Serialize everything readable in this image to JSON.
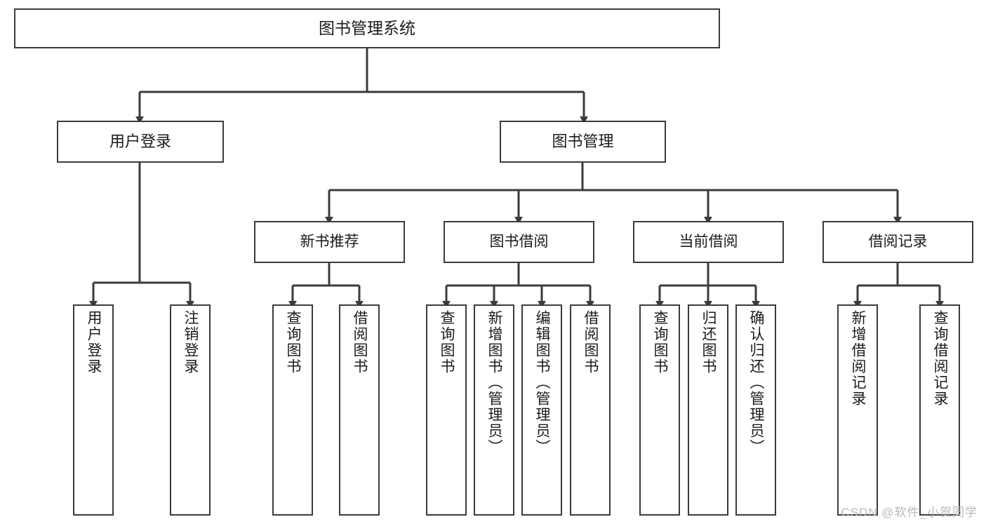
{
  "diagram": {
    "title": "图书管理系统",
    "type": "tree-hierarchy-chart",
    "orientation": "top-down",
    "arrow_style": "solid-filled-triangle",
    "colors": {
      "box_border": "#3b3b3b",
      "box_fill": "#ffffff",
      "connector": "#3b3b3b",
      "text": "#1b1b1b",
      "watermark": "#b9b9b9",
      "background": "#ffffff"
    }
  },
  "nodes": {
    "root": {
      "label": "图书管理系统"
    },
    "level2": [
      {
        "id": "user-login",
        "label": "用户登录"
      },
      {
        "id": "book-manage",
        "label": "图书管理"
      }
    ],
    "level3": [
      {
        "id": "new-book-rec",
        "label": "新书推荐"
      },
      {
        "id": "book-borrow",
        "label": "图书借阅"
      },
      {
        "id": "current-borrow",
        "label": "当前借阅"
      },
      {
        "id": "borrow-record",
        "label": "借阅记录"
      }
    ],
    "leaves": {
      "user_login": [
        {
          "id": "leaf-user-login",
          "label": "用户登录"
        },
        {
          "id": "leaf-logout-login",
          "label": "注销登录"
        }
      ],
      "new_book_rec": [
        {
          "id": "leaf-query-book-1",
          "label": "查询图书"
        },
        {
          "id": "leaf-borrow-book-1",
          "label": "借阅图书"
        }
      ],
      "book_borrow": [
        {
          "id": "leaf-query-book-2",
          "label": "查询图书"
        },
        {
          "id": "leaf-add-book",
          "label": "新增图书（管理员）"
        },
        {
          "id": "leaf-edit-book",
          "label": "编辑图书（管理员）"
        },
        {
          "id": "leaf-borrow-book-2",
          "label": "借阅图书"
        }
      ],
      "current_borrow": [
        {
          "id": "leaf-query-book-3",
          "label": "查询图书"
        },
        {
          "id": "leaf-return-book",
          "label": "归还图书"
        },
        {
          "id": "leaf-confirm-return",
          "label": "确认归还（管理员）"
        }
      ],
      "borrow_record": [
        {
          "id": "leaf-add-record",
          "label": "新增借阅记录"
        },
        {
          "id": "leaf-query-record",
          "label": "查询借阅记录"
        }
      ]
    }
  },
  "watermark": {
    "text": "CSDN @软件_小贺同学"
  }
}
